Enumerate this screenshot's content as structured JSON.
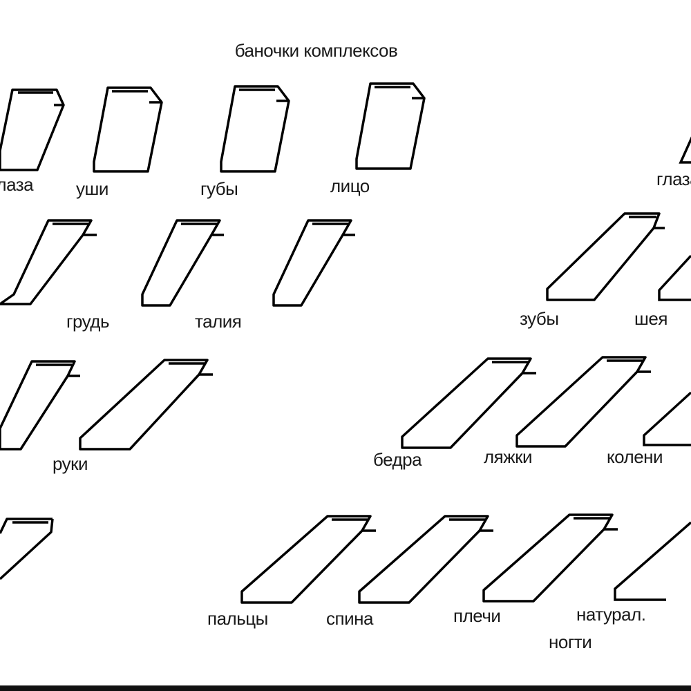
{
  "title": "баночки комплексов",
  "labels": {
    "glaza": "глаза",
    "ushi": "уши",
    "guby": "губы",
    "litso": "лицо",
    "glaza_right": "глаза",
    "grud": "грудь",
    "taliya": "талия",
    "zuby": "зубы",
    "sheya": "шея",
    "ruki": "руки",
    "bedra": "бедра",
    "lyazhki": "ляжки",
    "koleni": "колени",
    "paltsy": "пальцы",
    "spina": "спина",
    "plechi": "плечи",
    "natural": "натурал.",
    "nogti": "ногти"
  }
}
